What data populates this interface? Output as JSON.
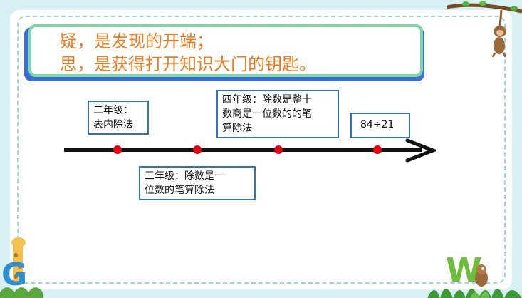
{
  "banner": {
    "line1": "疑，是发现的开端；",
    "line2": "思，是获得打开知识大门的钥匙。"
  },
  "timeline": {
    "labels": [
      {
        "lines": [
          "二年级：",
          "表内除法"
        ]
      },
      {
        "lines": [
          "三年级：除数是一",
          "位数的笔算除法"
        ]
      },
      {
        "lines": [
          "四年级：除数是整十",
          "数商是一位数的的笔",
          "算除法"
        ]
      },
      {
        "lines": [
          "84÷21"
        ]
      }
    ]
  },
  "decor": {
    "letter_g": "G",
    "letter_w": "W"
  },
  "colors": {
    "accent_orange": "#f07a1e",
    "box_border": "#2f6fd6",
    "dot_red": "#e60012",
    "banner_border": "#7ed6a8",
    "banner_shadow": "#3b6fd1"
  }
}
